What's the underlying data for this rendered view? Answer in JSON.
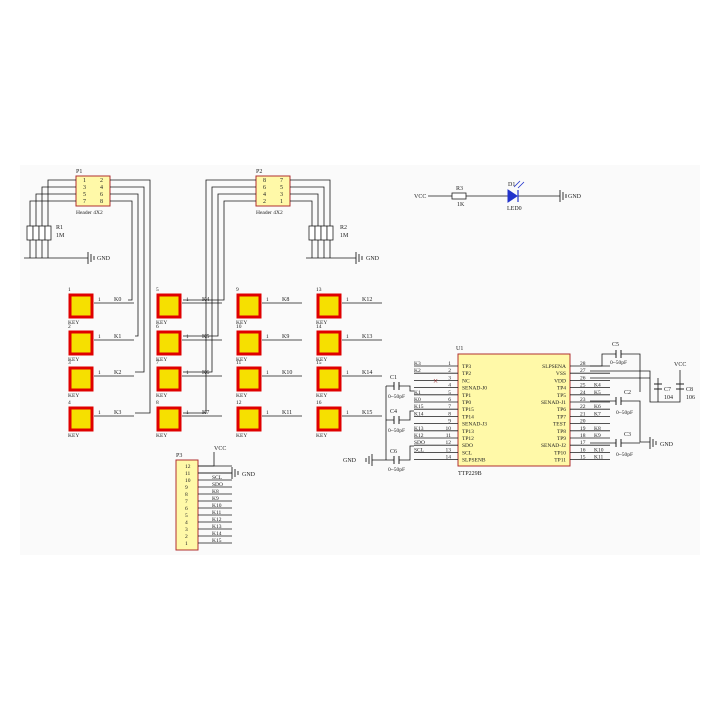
{
  "power": {
    "vcc": "VCC",
    "gnd": "GND"
  },
  "headers": [
    {
      "ref": "P1",
      "name": "Header 4X2",
      "pins_left": [
        "1",
        "3",
        "5",
        "7"
      ],
      "pins_right": [
        "2",
        "4",
        "6",
        "8"
      ]
    },
    {
      "ref": "P2",
      "name": "Header 4X2",
      "pins_left": [
        "8",
        "6",
        "4",
        "2"
      ],
      "pins_right": [
        "7",
        "5",
        "3",
        "1"
      ]
    }
  ],
  "resistor_arrays": [
    {
      "ref": "R1",
      "value": "1M"
    },
    {
      "ref": "R2",
      "value": "1M"
    }
  ],
  "led": {
    "res_ref": "R3",
    "res_value": "1K",
    "ref": "D1",
    "name": "LED0"
  },
  "keys": [
    {
      "num": "1",
      "net": "K0",
      "label": "KEY"
    },
    {
      "num": "2",
      "net": "K1",
      "label": "KEY"
    },
    {
      "num": "3",
      "net": "K2",
      "label": "KEY"
    },
    {
      "num": "4",
      "net": "K3",
      "label": "KEY"
    },
    {
      "num": "5",
      "net": "K4",
      "label": "KEY"
    },
    {
      "num": "6",
      "net": "K5",
      "label": "KEY"
    },
    {
      "num": "7",
      "net": "K6",
      "label": "KEY"
    },
    {
      "num": "8",
      "net": "K7",
      "label": "KEY"
    },
    {
      "num": "9",
      "net": "K8",
      "label": "KEY"
    },
    {
      "num": "10",
      "net": "K9",
      "label": "KEY"
    },
    {
      "num": "11",
      "net": "K10",
      "label": "KEY"
    },
    {
      "num": "12",
      "net": "K11",
      "label": "KEY"
    },
    {
      "num": "13",
      "net": "K12",
      "label": "KEY"
    },
    {
      "num": "14",
      "net": "K13",
      "label": "KEY"
    },
    {
      "num": "15",
      "net": "K14",
      "label": "KEY"
    },
    {
      "num": "16",
      "net": "K15",
      "label": "KEY"
    }
  ],
  "connector_p3": {
    "ref": "P3",
    "pins": [
      "12",
      "11",
      "10",
      "9",
      "8",
      "7",
      "6",
      "5",
      "4",
      "3",
      "2",
      "1"
    ],
    "nets": [
      "",
      "",
      "SCL",
      "SDO",
      "K8",
      "K9",
      "K10",
      "K11",
      "K12",
      "K13",
      "K14",
      "K15"
    ]
  },
  "chip": {
    "ref": "U1",
    "name": "TTP229B",
    "left_pins": [
      {
        "num": "1",
        "name": "TP3",
        "net": "K3"
      },
      {
        "num": "2",
        "name": "TP2",
        "net": "K2"
      },
      {
        "num": "3",
        "name": "NC",
        "net": ""
      },
      {
        "num": "4",
        "name": "SENAD-J0",
        "net": ""
      },
      {
        "num": "5",
        "name": "TP1",
        "net": "K1"
      },
      {
        "num": "6",
        "name": "TP0",
        "net": "K0"
      },
      {
        "num": "7",
        "name": "TP15",
        "net": "K15"
      },
      {
        "num": "8",
        "name": "TP14",
        "net": "K14"
      },
      {
        "num": "9",
        "name": "SENAD-J3",
        "net": ""
      },
      {
        "num": "10",
        "name": "TP13",
        "net": "K13"
      },
      {
        "num": "11",
        "name": "TP12",
        "net": "K12"
      },
      {
        "num": "12",
        "name": "SDO",
        "net": "SDO"
      },
      {
        "num": "13",
        "name": "SCL",
        "net": "SCL"
      },
      {
        "num": "14",
        "name": "SLPSENB",
        "net": ""
      }
    ],
    "right_pins": [
      {
        "num": "28",
        "name": "SLPSENA",
        "net": ""
      },
      {
        "num": "27",
        "name": "VSS",
        "net": ""
      },
      {
        "num": "26",
        "name": "VDD",
        "net": ""
      },
      {
        "num": "25",
        "name": "TP4",
        "net": "K4"
      },
      {
        "num": "24",
        "name": "TP5",
        "net": "K5"
      },
      {
        "num": "23",
        "name": "SENAD-J1",
        "net": ""
      },
      {
        "num": "22",
        "name": "TP6",
        "net": "K6"
      },
      {
        "num": "21",
        "name": "TP7",
        "net": "K7"
      },
      {
        "num": "20",
        "name": "TEST",
        "net": ""
      },
      {
        "num": "19",
        "name": "TP8",
        "net": "K8"
      },
      {
        "num": "18",
        "name": "TP9",
        "net": "K9"
      },
      {
        "num": "17",
        "name": "SENAD-J2",
        "net": ""
      },
      {
        "num": "16",
        "name": "TP10",
        "net": "K10"
      },
      {
        "num": "15",
        "name": "TP11",
        "net": "K11"
      }
    ]
  },
  "capacitors": [
    {
      "ref": "C1",
      "value": "0~50pF"
    },
    {
      "ref": "C4",
      "value": "0~50pF"
    },
    {
      "ref": "C6",
      "value": "0~50pF"
    },
    {
      "ref": "C5",
      "value": "0~50pF"
    },
    {
      "ref": "C2",
      "value": "0~50pF"
    },
    {
      "ref": "C3",
      "value": "0~50pF"
    },
    {
      "ref": "C7",
      "value": "104"
    },
    {
      "ref": "C8",
      "value": "106"
    }
  ]
}
